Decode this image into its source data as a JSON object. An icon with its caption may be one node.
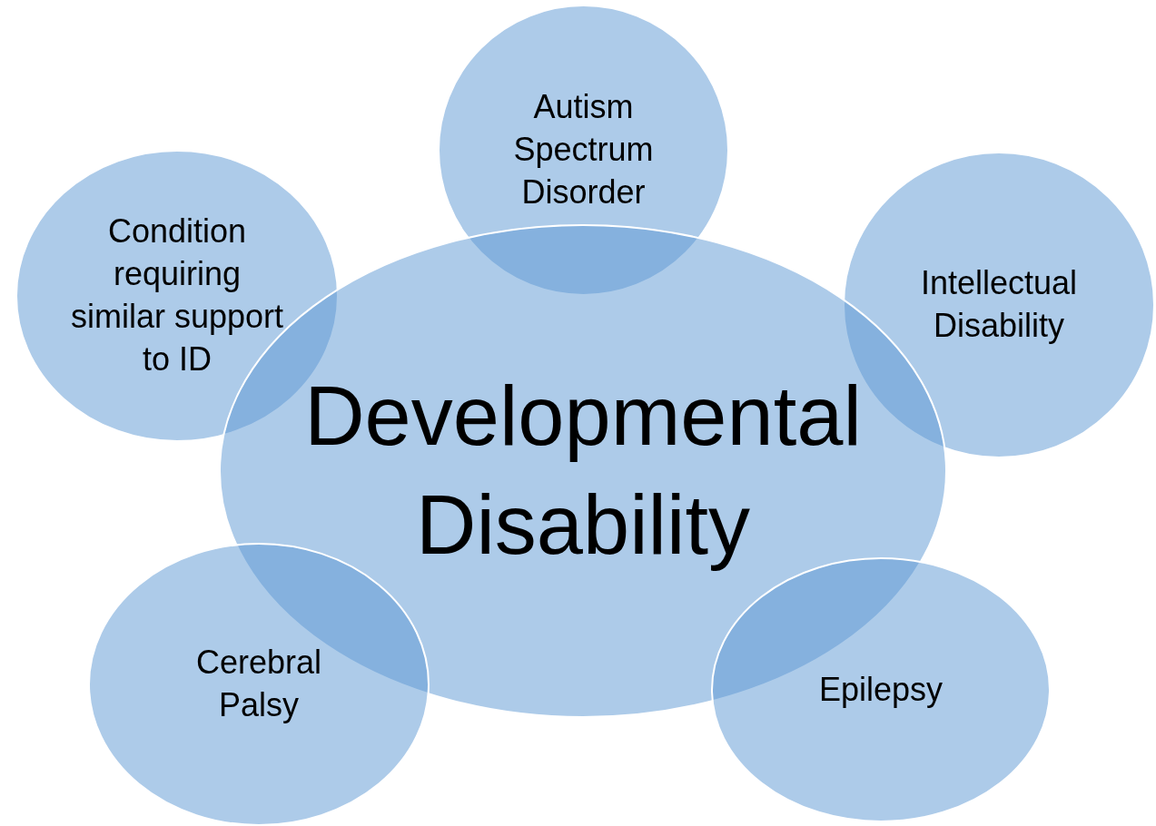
{
  "diagram": {
    "nodes": [
      {
        "text": [
          "Autism Spectrum Disorder"
        ]
      },
      {
        "text": [
          "Condition requiring similar support to ID"
        ]
      },
      {
        "text": [
          "Intellectual Disability"
        ]
      },
      {
        "text": [
          "Developmental Disability"
        ]
      },
      {
        "text": [
          "Cerebral Palsy"
        ]
      },
      {
        "text": [
          "Epilepsy"
        ]
      }
    ]
  }
}
